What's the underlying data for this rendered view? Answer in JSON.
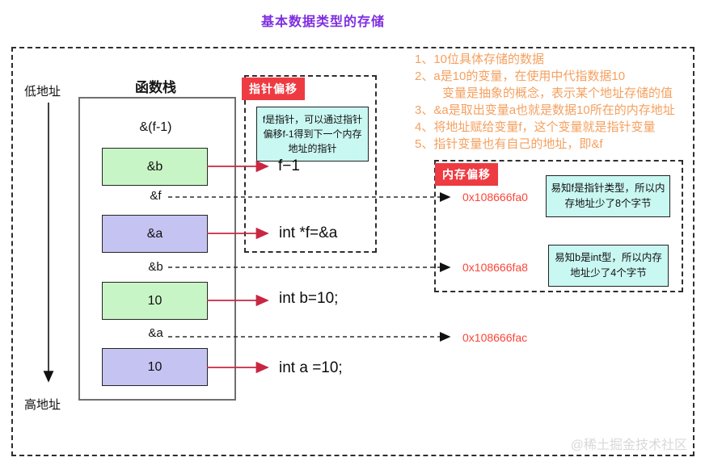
{
  "title": "基本数据类型的存储",
  "axis": {
    "low": "低地址",
    "high": "高地址"
  },
  "stack": {
    "title": "函数栈",
    "items": [
      {
        "kind": "label",
        "text": "&(f-1)"
      },
      {
        "kind": "box-green",
        "text": "&b"
      },
      {
        "kind": "label",
        "text": "&f"
      },
      {
        "kind": "box-purple",
        "text": "&a"
      },
      {
        "kind": "label",
        "text": "&b"
      },
      {
        "kind": "box-green",
        "text": "10"
      },
      {
        "kind": "label",
        "text": "&a"
      },
      {
        "kind": "box-purple",
        "text": "10"
      }
    ]
  },
  "pointer_offset": {
    "badge": "指针偏移",
    "note": "f是指针，可以通过指针偏移f-1得到下一个内存地址的指针",
    "pointer_expr": "f−1",
    "decl_f": "int *f=&a"
  },
  "declarations": {
    "b": "int b=10;",
    "a": "int a =10;"
  },
  "memory_offset": {
    "badge": "内存偏移",
    "address_f": "0x108666fa0",
    "address_b": "0x108666fa8",
    "address_a": "0x108666fac",
    "note_f": "易知f是指针类型，所以内存地址少了8个字节",
    "note_b": "易知b是int型，所以内存地址少了4个字节"
  },
  "notes": {
    "line1": "1、10位具体存储的数据",
    "line2": "2、a是10的变量，在使用中代指数据10",
    "line2b": "变量是抽象的概念，表示某个地址存储的值",
    "line3": "3、&a是取出变量a也就是数据10所在的内存地址",
    "line4": "4、将地址赋给变量f，这个变量就是指针变量",
    "line5": "5、指针变量也有自己的地址，即&f"
  },
  "watermark": "@稀土掘金技术社区",
  "colors": {
    "title_purple": "#7f2de0",
    "note_orange": "#f5a05f",
    "badge_red": "#ee3b42",
    "address_red": "#fb4538",
    "arrow_red": "#c92642",
    "box_green": "#c8f5c5",
    "box_purple": "#c4c3f1",
    "box_cyan": "#c9f7f2"
  }
}
